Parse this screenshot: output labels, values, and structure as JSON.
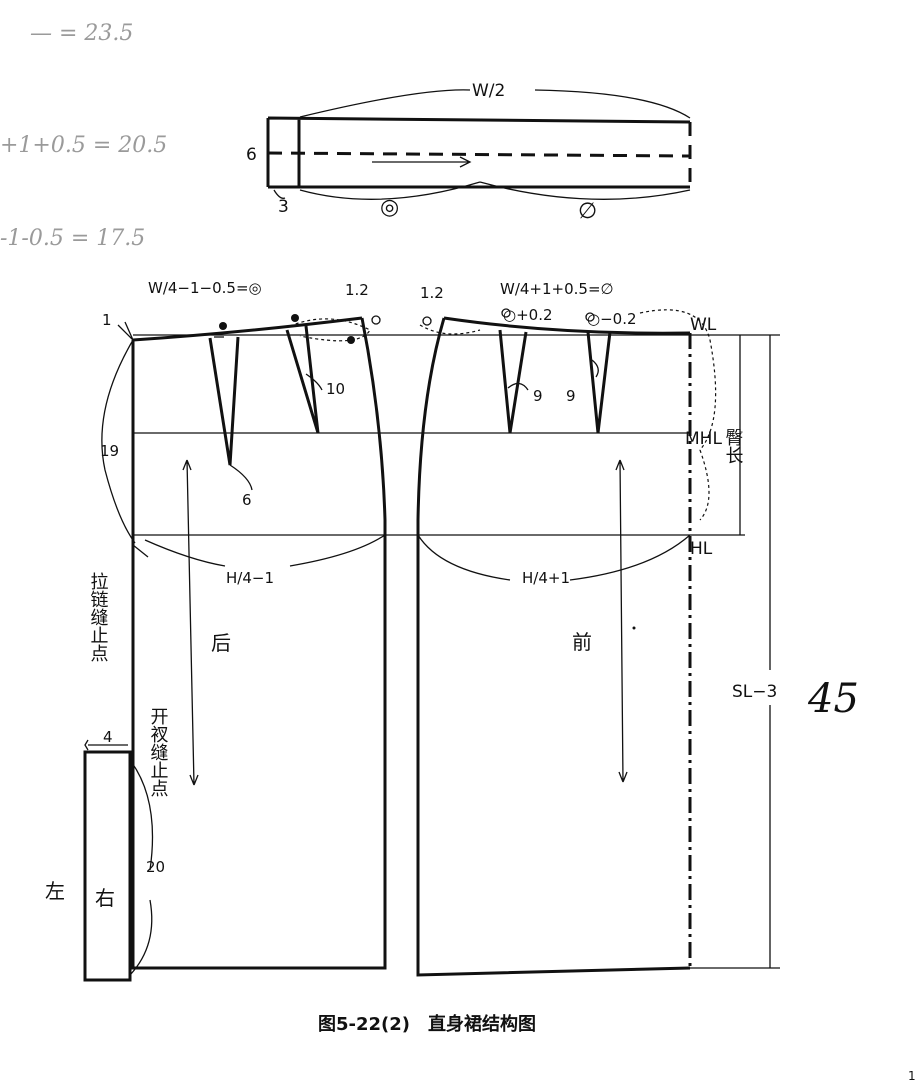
{
  "handwritten_notes": [
    "— = 23.5",
    "+1+0.5 = 20.5",
    "-1-0.5 = 17.5",
    "45"
  ],
  "waistband": {
    "length_label": "W/2",
    "height_label": "6",
    "overlap_label": "3",
    "back_symbol": "◎",
    "front_symbol": "∅"
  },
  "back_panel": {
    "waist_formula": "W/4−1−0.5=◎",
    "side_raise": "1.2",
    "cb_drop": "1",
    "dart_length_inner": "10",
    "dart_length_outer_offset": "6",
    "hip_depth": "19",
    "hip_formula": "H/4−1",
    "name": "后",
    "zipper_stop": "拉链缝止点",
    "vent_width": "4",
    "vent_stop": "开衩缝止点",
    "vent_length": "20",
    "vent_left": "左",
    "vent_right": "右"
  },
  "front_panel": {
    "waist_formula": "W/4+1+0.5=∅",
    "side_raise": "1.2",
    "dart_adjust_a": "○+0.2",
    "dart_adjust_b": "○−0.2",
    "dart_length_1": "9",
    "dart_length_2": "9",
    "hip_formula": "H/4+1",
    "name": "前"
  },
  "reference_lines": {
    "waist": "WL",
    "mid_hip": "MHL",
    "hip": "HL",
    "hip_length": "臀长",
    "skirt_length": "SL−3"
  },
  "caption": "图5-22(2)　直身裙结构图",
  "page_number": "1"
}
